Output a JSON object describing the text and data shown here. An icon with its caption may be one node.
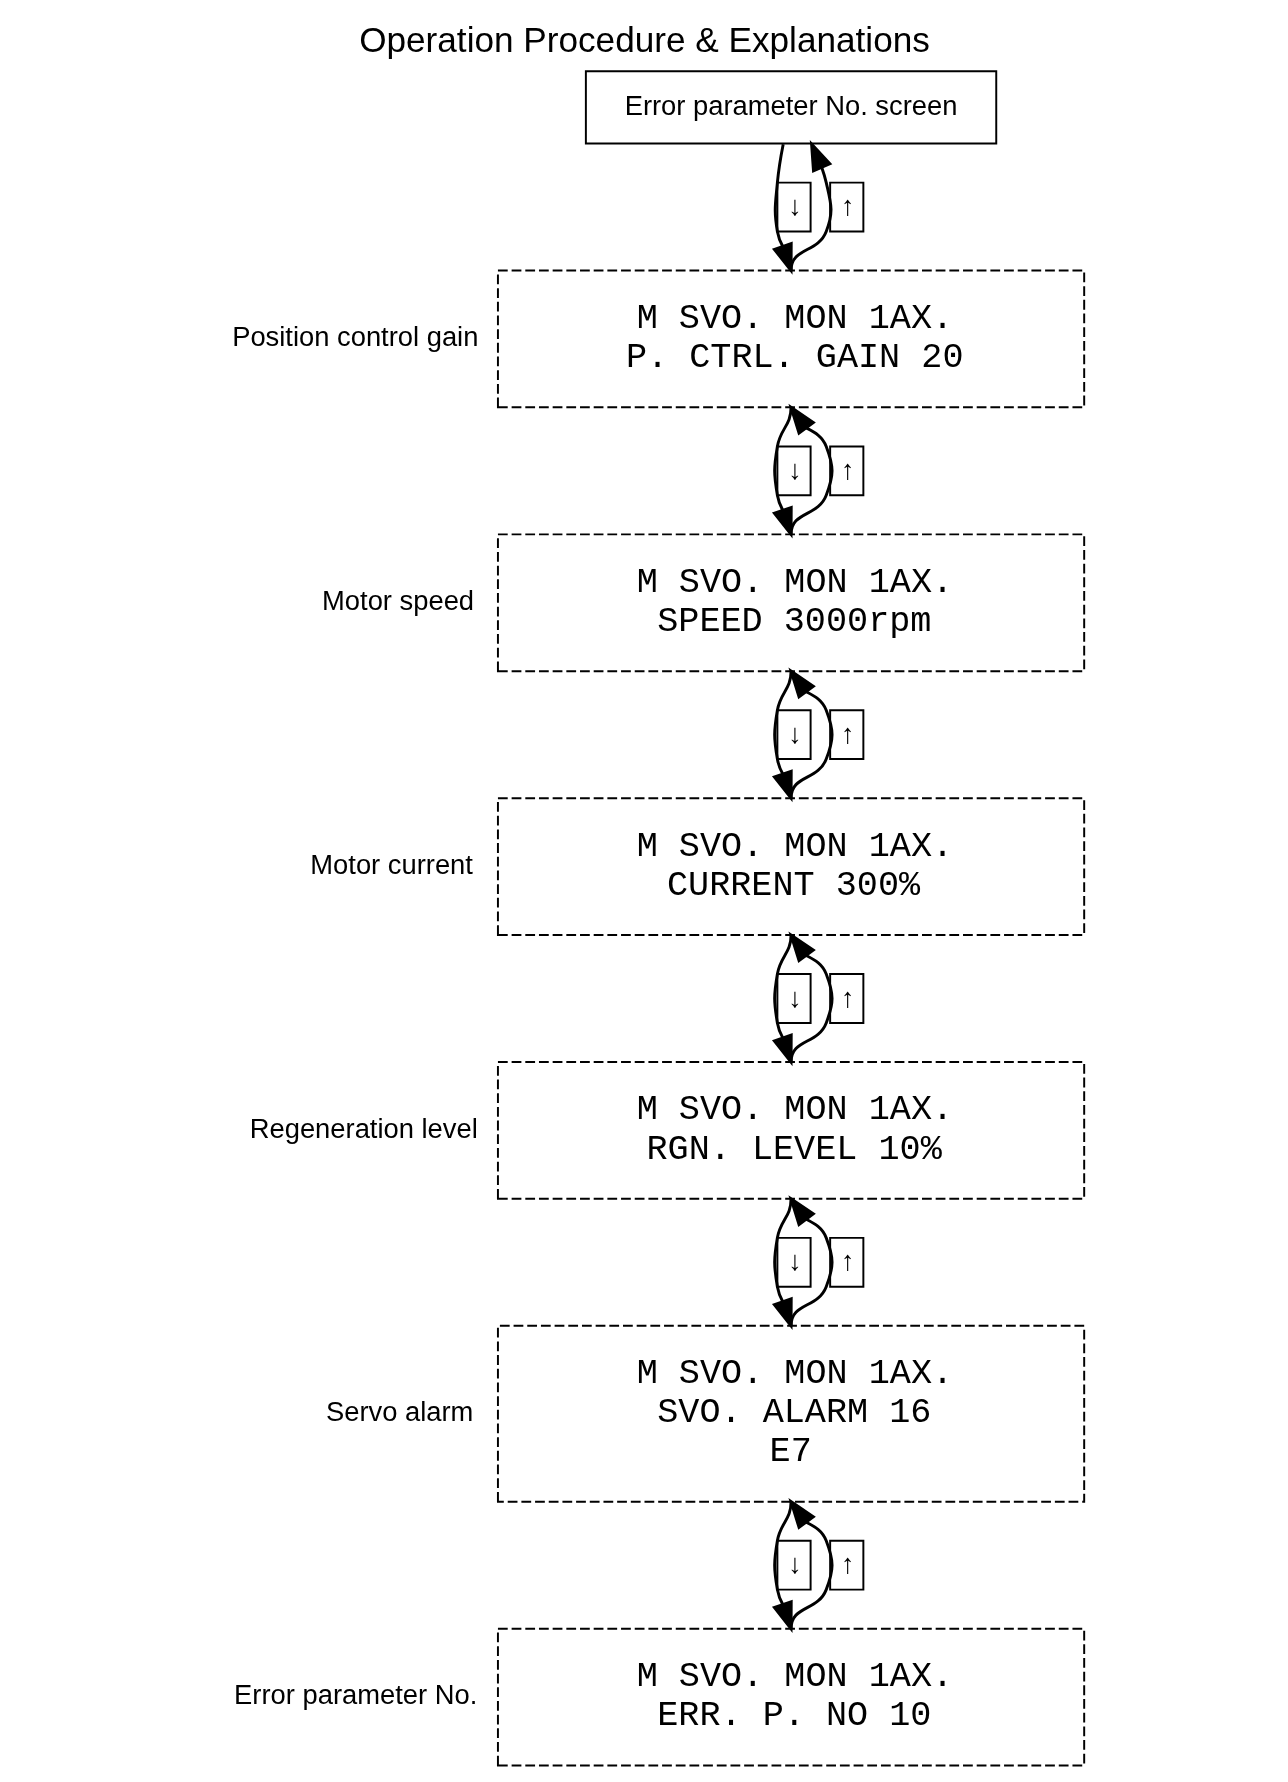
{
  "diagram": {
    "title": "Operation Procedure & Explanations",
    "nodes": [
      {
        "text": [
          "Error parameter No. screen"
        ]
      },
      {
        "text": [
          "M SVO. MON 1AX.",
          "P. CTRL. GAIN 20"
        ],
        "beside": [
          "Position control gain"
        ]
      },
      {
        "text": [
          "M SVO. MON 1AX.",
          "SPEED 3000rpm"
        ],
        "beside": [
          "Motor speed"
        ]
      },
      {
        "text": [
          "M SVO. MON 1AX.",
          "CURRENT 300%"
        ],
        "beside": [
          "Motor current"
        ]
      },
      {
        "text": [
          "M SVO. MON 1AX.",
          "RGN. LEVEL 10%"
        ],
        "beside": [
          "Regeneration level"
        ]
      },
      {
        "text": [
          "M SVO. MON 1AX.",
          "SVO. ALARM 16",
          "E7"
        ],
        "beside": [
          "Servo alarm"
        ]
      },
      {
        "text": [
          "M SVO. MON 1AX.",
          "ERR. P. NO 10"
        ],
        "beside": [
          "Error parameter No."
        ]
      }
    ],
    "edges": [
      {
        "from": 1,
        "to": 0,
        "arrow": "to",
        "label": "↑"
      },
      {
        "from": 0,
        "to": 1,
        "arrow": "to",
        "label": "↓"
      },
      {
        "from": 2,
        "to": 1,
        "arrow": "to",
        "label": "↑"
      },
      {
        "from": 1,
        "to": 2,
        "arrow": "to",
        "label": "↓"
      },
      {
        "from": 3,
        "to": 2,
        "arrow": "to",
        "label": "↑"
      },
      {
        "from": 2,
        "to": 3,
        "arrow": "to",
        "label": "↓"
      },
      {
        "from": 4,
        "to": 3,
        "arrow": "to",
        "label": "↑"
      },
      {
        "from": 3,
        "to": 4,
        "arrow": "to",
        "label": "↓"
      },
      {
        "from": 5,
        "to": 4,
        "arrow": "to",
        "label": "↑"
      },
      {
        "from": 4,
        "to": 5,
        "arrow": "to",
        "label": "↓"
      },
      {
        "from": 6,
        "to": 5,
        "arrow": "to",
        "label": "↑"
      },
      {
        "from": 5,
        "to": 6,
        "arrow": "to",
        "label": "↓"
      }
    ]
  }
}
